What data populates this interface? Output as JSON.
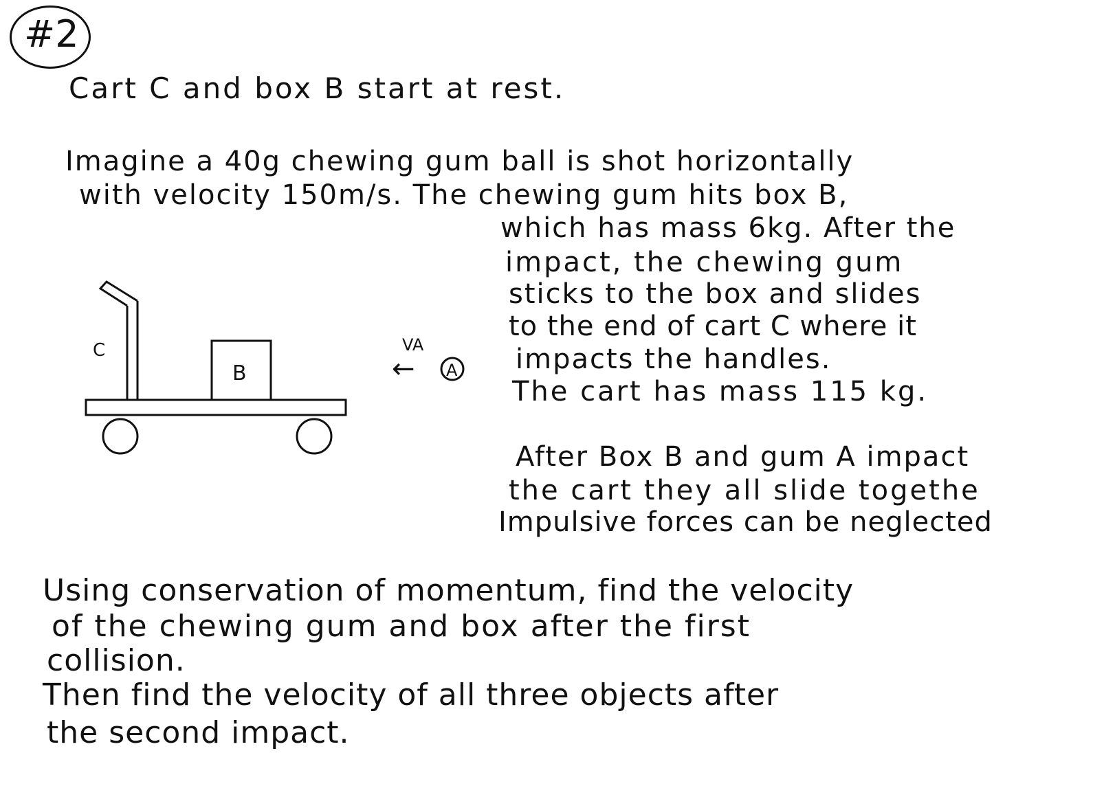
{
  "problem": {
    "number": "#2",
    "intro": "Cart C and box B start at rest.",
    "paragraph1": {
      "lines": [
        "Imagine a 40g chewing gum ball is shot horizontally",
        "with velocity 150m/s. The chewing gum hits box B,",
        "which has mass 6kg. After the",
        "impact, the chewing gum",
        "sticks to the box and slides",
        "to the end of cart C where it",
        "impacts the handles.",
        "The cart has mass 115 kg."
      ]
    },
    "paragraph2": {
      "lines": [
        "After Box B and gum A impact",
        "the cart they all slide togethe",
        "Impulsive forces can be neglected"
      ]
    },
    "question": {
      "lines": [
        "Using conservation of momentum, find the velocity",
        "of the chewing gum and box after the first",
        "collision.",
        "Then find the velocity of all three objects after",
        "the second impact."
      ]
    }
  },
  "diagram": {
    "cart_label": "C",
    "box_label": "B",
    "gum_label": "A",
    "velocity_label": "VA",
    "arrow_glyph": "←"
  }
}
